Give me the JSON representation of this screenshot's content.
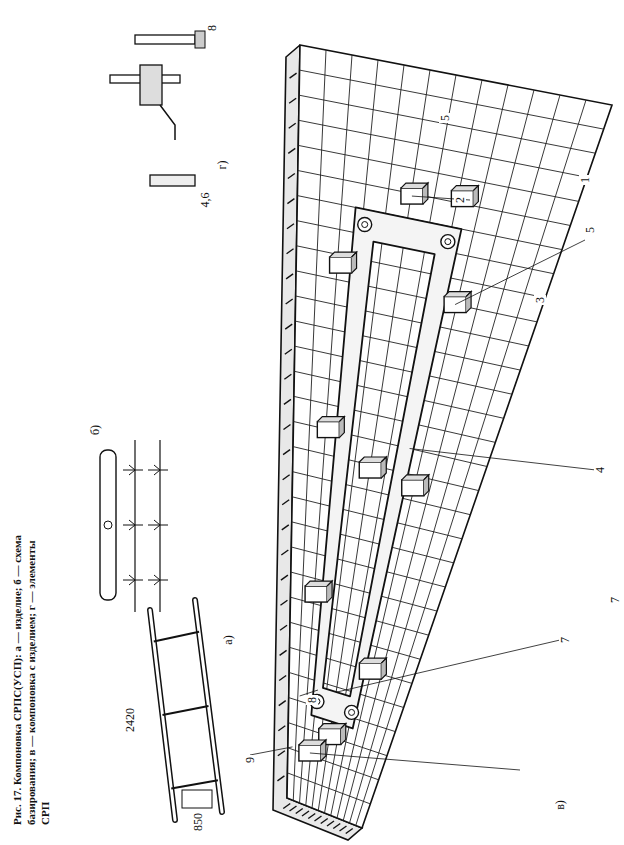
{
  "diagram": {
    "caption": "Рис. 17. Компоновка СРПС(УСП): а — изделие; б — схема базирования; в — компоновка с изделием; г — элементы СРП",
    "labels": [
      "а)",
      "б)",
      "в)",
      "г)",
      "850",
      "2420",
      "1",
      "2",
      "3",
      "4",
      "5",
      "5",
      "7",
      "7",
      "8",
      "9",
      "8",
      "4,6"
    ]
  }
}
